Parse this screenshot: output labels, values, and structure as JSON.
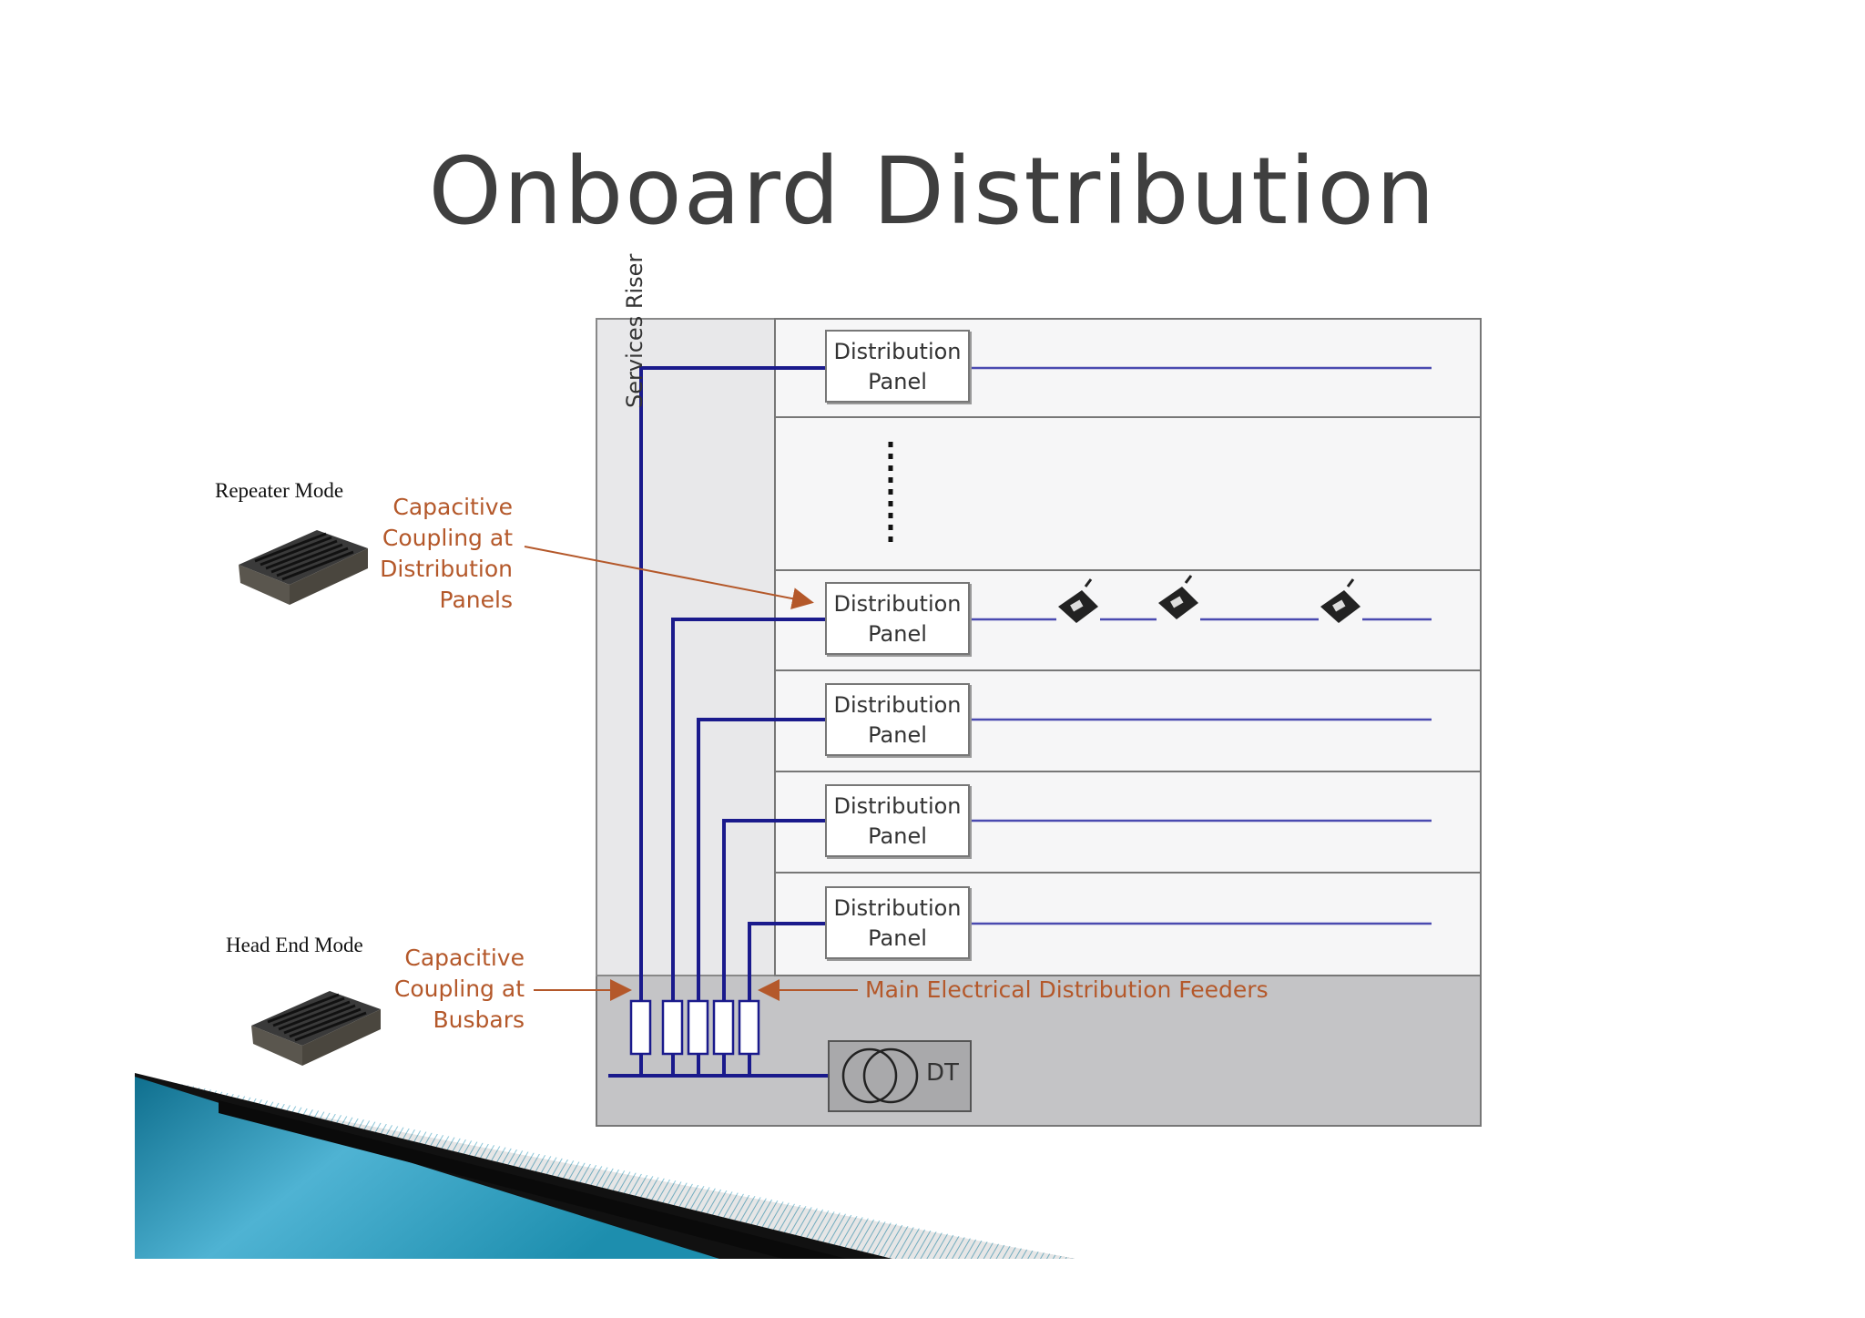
{
  "slide": {
    "title": "Onboard Distribution"
  },
  "modes": {
    "repeater": {
      "label": "Repeater Mode",
      "callout": [
        "Capacitive",
        "Coupling at",
        "Distribution",
        "Panels"
      ]
    },
    "head_end": {
      "label": "Head End Mode",
      "callout": [
        "Capacitive",
        "Coupling at",
        "Busbars"
      ]
    }
  },
  "diagram": {
    "riser_label": "Services Riser",
    "feeders_label": "Main Electrical Distribution Feeders",
    "transformer_label": "DT",
    "panels": [
      {
        "line1": "Distribution",
        "line2": "Panel"
      },
      {
        "line1": "Distribution",
        "line2": "Panel"
      },
      {
        "line1": "Distribution",
        "line2": "Panel"
      },
      {
        "line1": "Distribution",
        "line2": "Panel"
      },
      {
        "line1": "Distribution",
        "line2": "Panel"
      }
    ]
  },
  "colors": {
    "cable": "#1a1a8c",
    "callout": "#b4582a",
    "riser_fill": "#e8e8ea",
    "base_fill": "#c4c4c6",
    "accent_teal": "#1f8fb0"
  }
}
